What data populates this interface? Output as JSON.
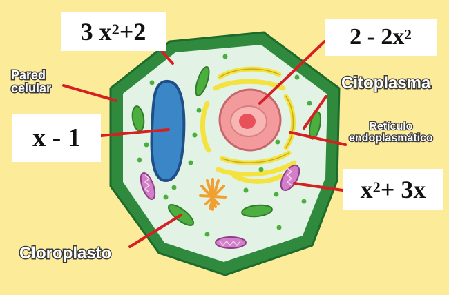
{
  "expressions": {
    "top_left": {
      "a": "3 x",
      "exp": "2",
      "b": "+2"
    },
    "top_right": {
      "a": "2 - 2x",
      "exp": "2",
      "b": ""
    },
    "left": "x - 1",
    "right": {
      "a": "x",
      "exp": "2",
      "b": "+ 3x"
    }
  },
  "labels": {
    "pared": "Pared",
    "celular": "celular",
    "citoplasma": "Citoplasma",
    "reticulo_1": "Retículo",
    "reticulo_2": "endoplasmático",
    "cloroplasto": "Cloroplasto"
  },
  "colors": {
    "background": "#fcec9a",
    "cell_wall": "#2f8a3e",
    "cytoplasm": "#e2f3e6",
    "nucleus": "#f29a9c",
    "nucleolus": "#e8505a",
    "vacuole": "#3b86c6",
    "er": "#f4e23e",
    "golgi": "#f0a030",
    "chloroplast": "#4cae3f",
    "mitochondria": "#c26bb8",
    "leader_line": "#d42020"
  }
}
